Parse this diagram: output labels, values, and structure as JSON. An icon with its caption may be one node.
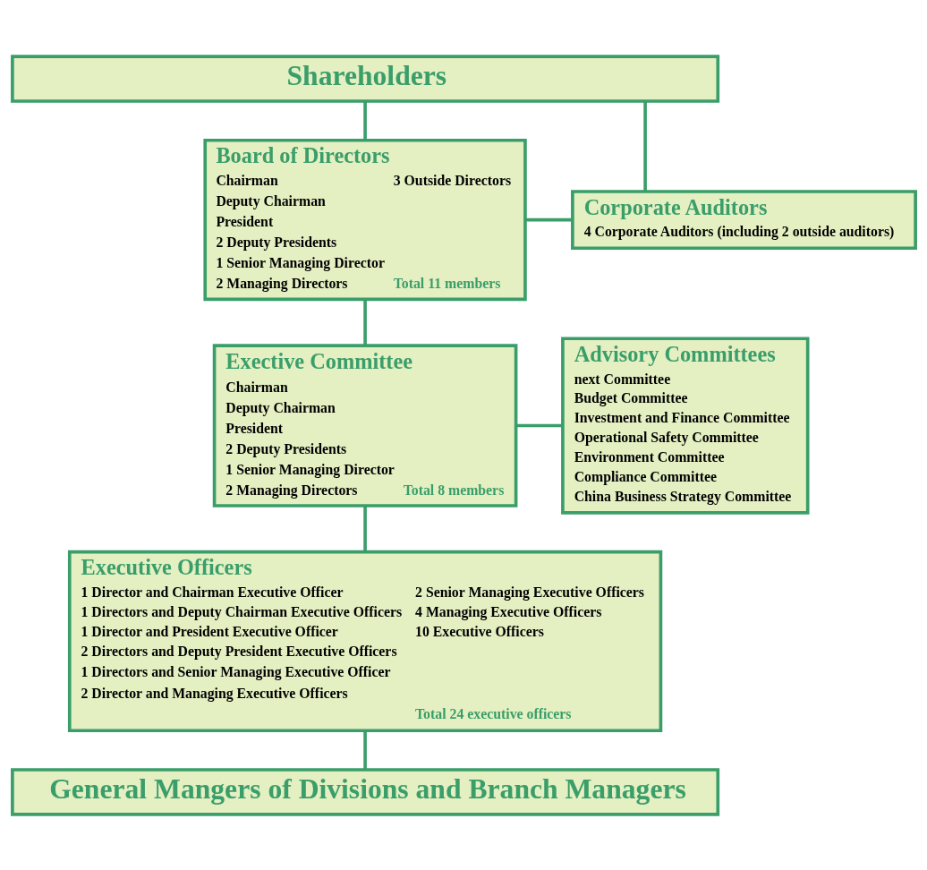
{
  "diagram": {
    "nodes": [
      {
        "text": [
          "Shareholders"
        ]
      },
      {
        "text": [
          "Board of Directors",
          "Chairman",
          "Deputy Chairman",
          "President",
          "2 Deputy Presidents",
          "1 Senior Managing Director",
          "2 Managing Directors",
          "3 Outside Directors",
          "Total 11 members"
        ]
      },
      {
        "text": [
          "Corporate Auditors",
          "4 Corporate Auditors (including 2 outside auditors)"
        ]
      },
      {
        "text": [
          "Exective Committee",
          "Chairman",
          "Deputy Chairman",
          "President",
          "2 Deputy Presidents",
          "1 Senior Managing Director",
          "2 Managing Directors",
          "Total 8 members"
        ]
      },
      {
        "text": [
          "Advisory Committees",
          "next Committee",
          "Budget Committee",
          "Investment and Finance Committee",
          "Operational Safety Committee",
          "Environment Committee",
          "Compliance Committee",
          "China Business Strategy Committee"
        ]
      },
      {
        "text": [
          "Executive Officers",
          "1 Director and Chairman Executive Officer",
          "1 Directors and Deputy Chairman Executive Officers",
          "1 Director and President Executive Officer",
          "2 Directors and Deputy President Executive Officers",
          "1 Directors and Senior Managing Executive Officer",
          "2 Director and Managing Executive Officers",
          "2 Senior Managing Executive Officers",
          "4 Managing Executive Officers",
          "10 Executive Officers",
          "Total 24 executive officers"
        ]
      },
      {
        "text": [
          "General Mangers of Divisions and Branch Managers"
        ]
      }
    ],
    "edges": [
      {
        "from": 0,
        "to": 1,
        "arrow": "none"
      },
      {
        "from": 0,
        "to": 2,
        "arrow": "none"
      },
      {
        "from": 1,
        "to": 2,
        "arrow": "none"
      },
      {
        "from": 1,
        "to": 3,
        "arrow": "none"
      },
      {
        "from": 3,
        "to": 4,
        "arrow": "none"
      },
      {
        "from": 3,
        "to": 5,
        "arrow": "none"
      },
      {
        "from": 5,
        "to": 6,
        "arrow": "none"
      }
    ]
  }
}
